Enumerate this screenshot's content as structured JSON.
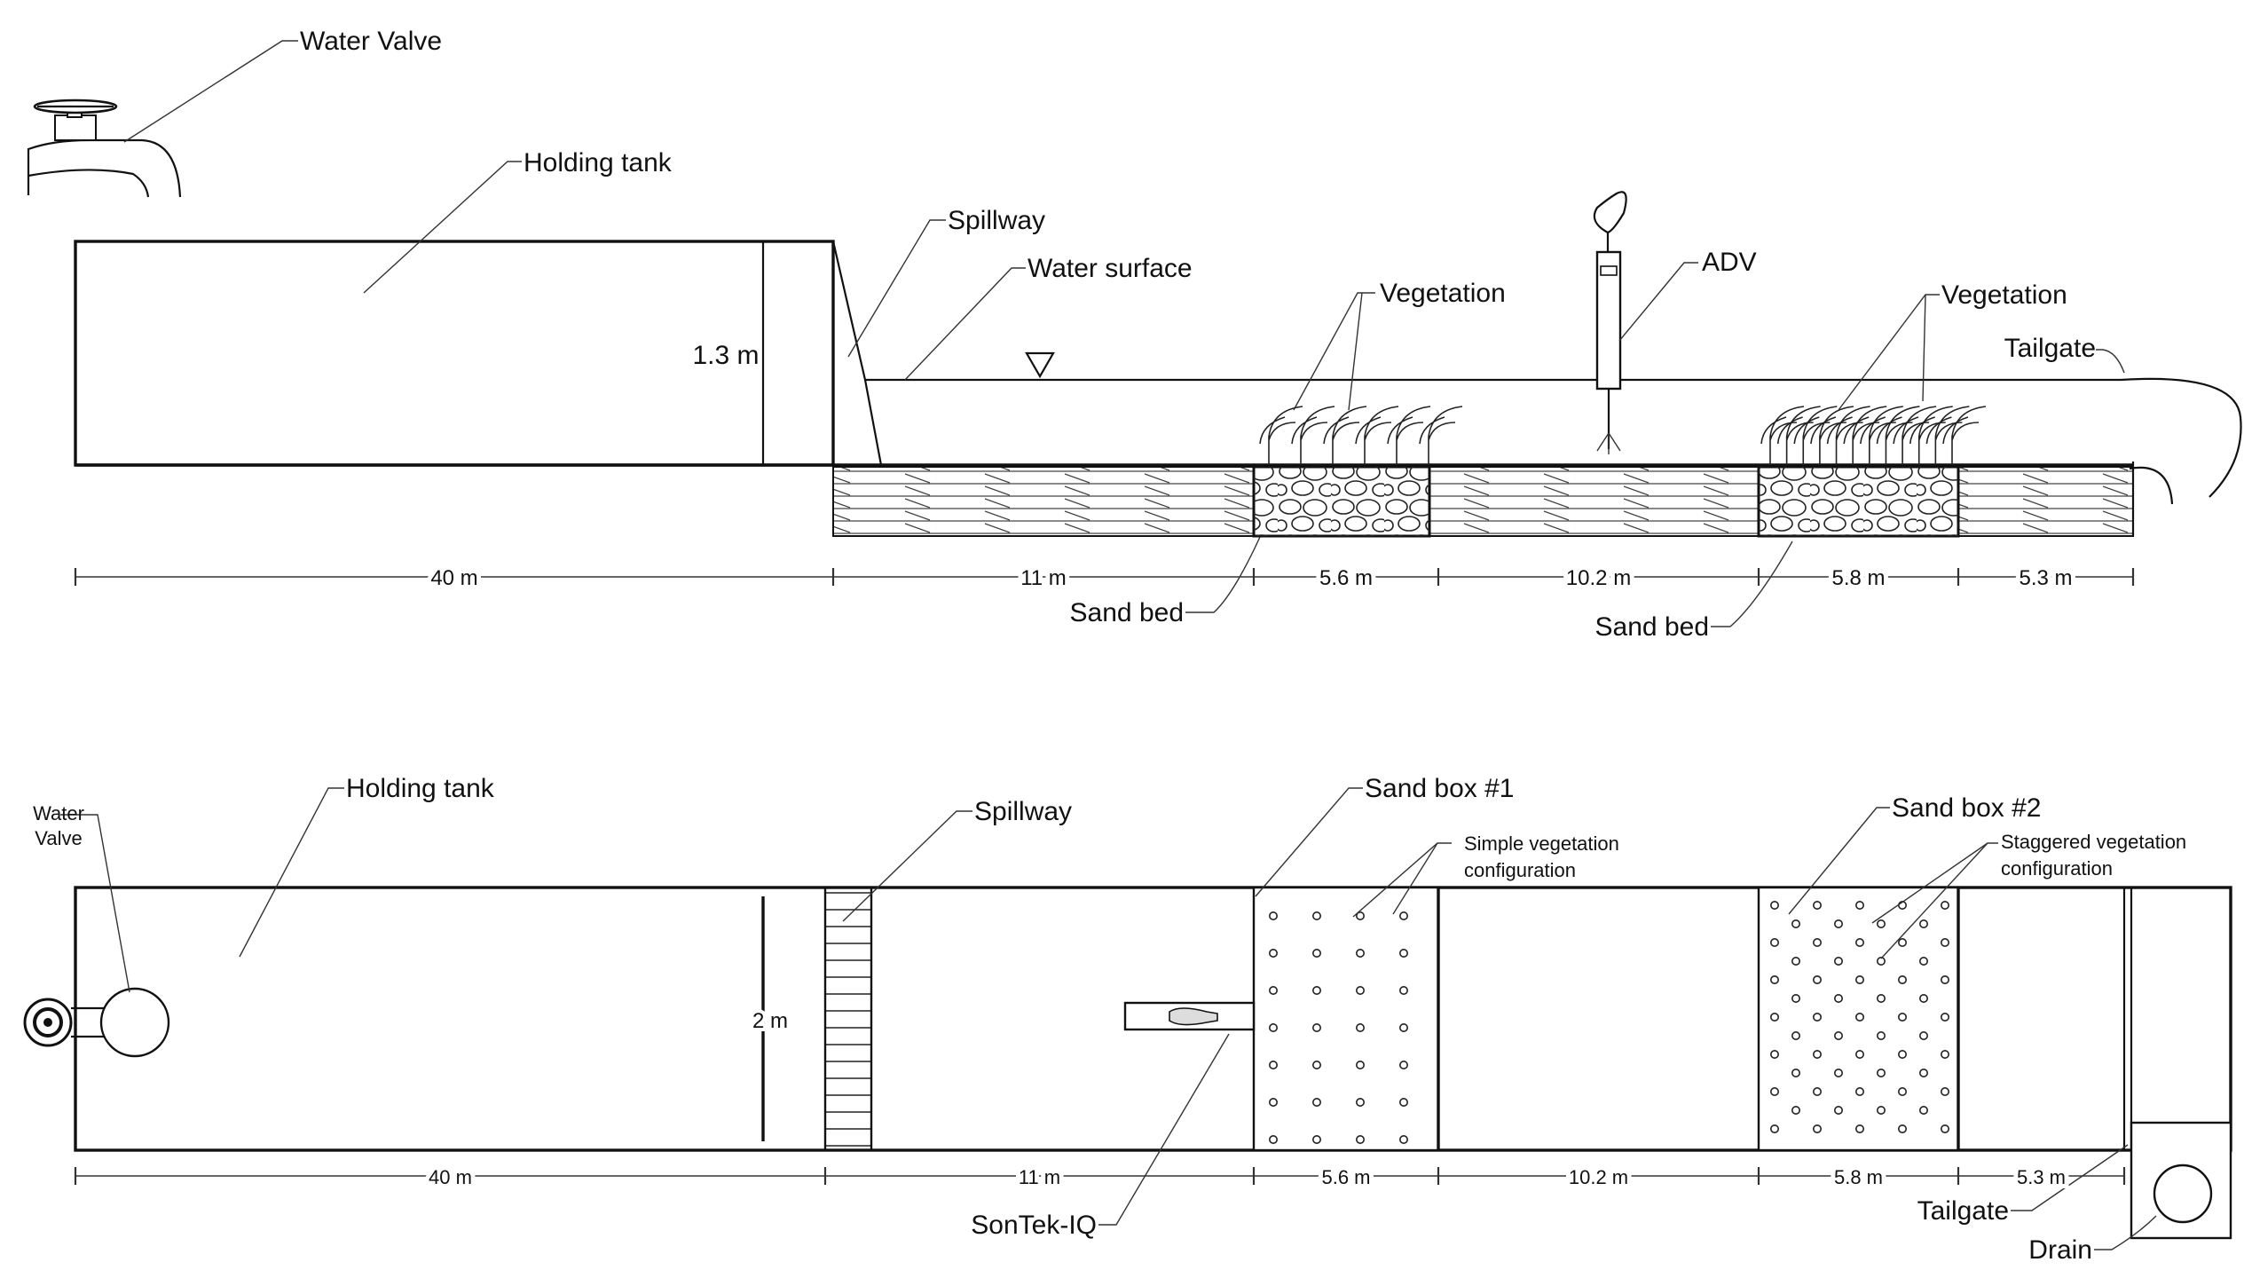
{
  "side_view": {
    "labels": {
      "water_valve": "Water Valve",
      "holding_tank": "Holding tank",
      "spillway": "Spillway",
      "water_surface": "Water surface",
      "vegetation_1": "Vegetation",
      "adv": "ADV",
      "vegetation_2": "Vegetation",
      "tailgate": "Tailgate",
      "sand_bed_1": "Sand bed",
      "sand_bed_2": "Sand bed",
      "height": "1.3 m"
    },
    "dimensions": [
      "40 m",
      "11 m",
      "5.6 m",
      "10.2 m",
      "5.8 m",
      "5.3 m"
    ]
  },
  "plan_view": {
    "labels": {
      "water_valve": "Water\nValve",
      "holding_tank": "Holding tank",
      "spillway": "Spillway",
      "sand_box_1": "Sand box #1",
      "simple_config": "Simple vegetation\nconfiguration",
      "sand_box_2": "Sand box #2",
      "staggered_config": "Staggered vegetation\nconfiguration",
      "width": "2 m",
      "sontek": "SonTek-IQ",
      "tailgate": "Tailgate",
      "drain": "Drain"
    },
    "dimensions": [
      "40 m",
      "11 m",
      "5.6 m",
      "10.2 m",
      "5.8 m",
      "5.3 m"
    ]
  }
}
